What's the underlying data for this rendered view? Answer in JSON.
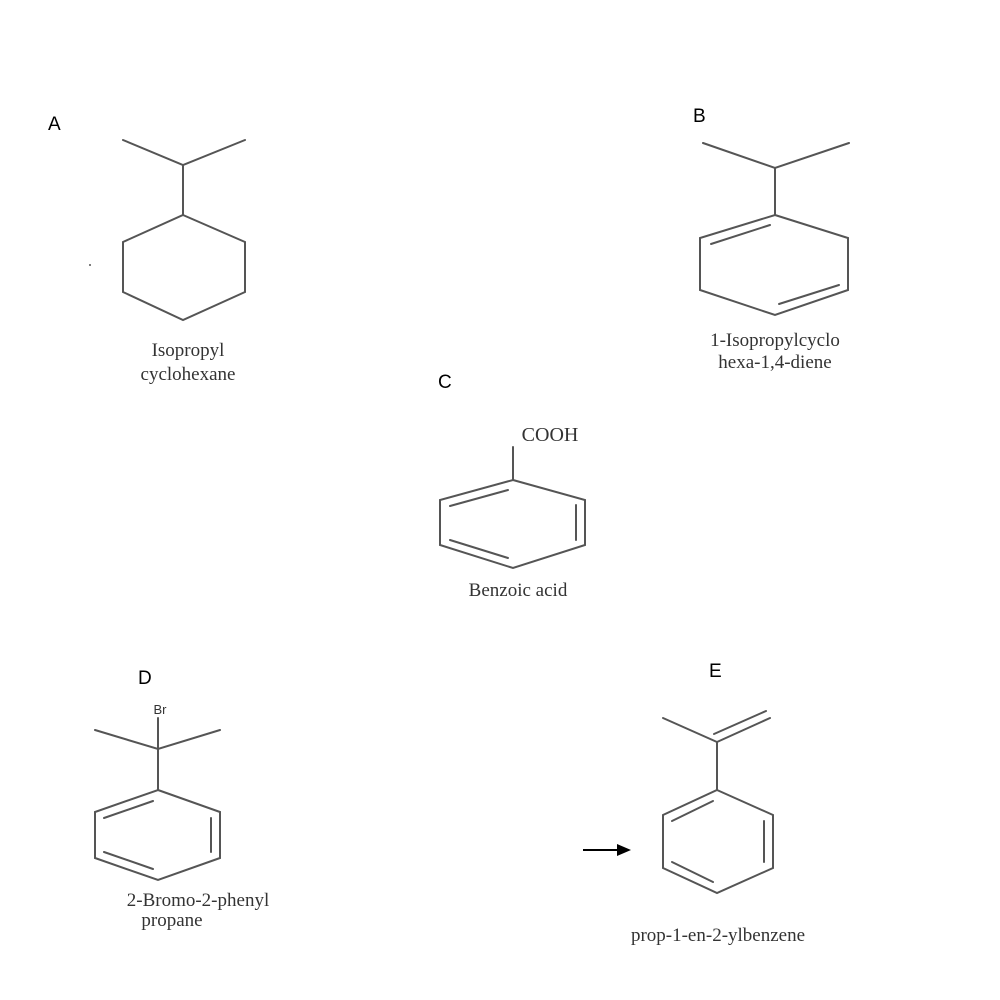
{
  "compounds": [
    {
      "letter": "A",
      "name_line1": "Isopropyl",
      "name_line2": "cyclohexane"
    },
    {
      "letter": "B",
      "name_line1": "1-Isopropylcyclo",
      "name_line2": "hexa-1,4-diene"
    },
    {
      "letter": "C",
      "substituent": "COOH",
      "name_line1": "Benzoic acid"
    },
    {
      "letter": "D",
      "substituent": "Br",
      "name_line1": "2-Bromo-2-phenyl",
      "name_line2": "propane"
    },
    {
      "letter": "E",
      "name_line1": "prop-1-en-2-ylbenzene"
    }
  ],
  "colors": {
    "bond": "#555555",
    "text": "#333333"
  }
}
